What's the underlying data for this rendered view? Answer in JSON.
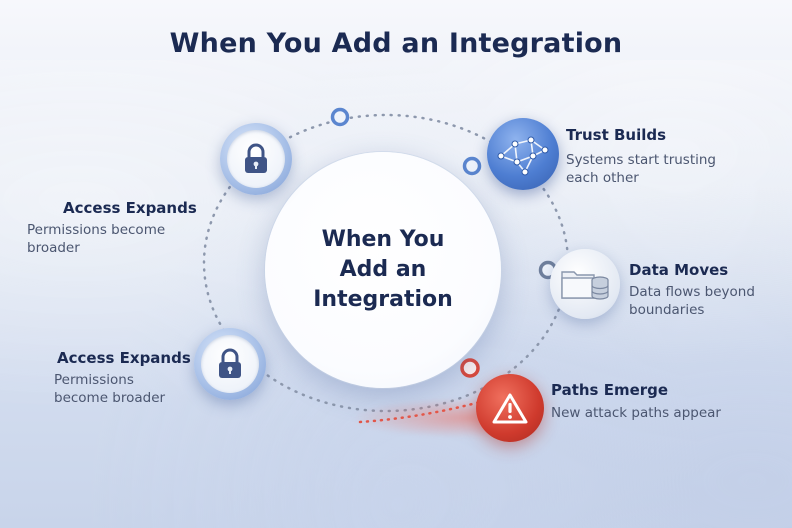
{
  "title": "When You Add an Integration",
  "center": {
    "line1": "When You",
    "line2": "Add an",
    "line3": "Integration"
  },
  "items": [
    {
      "key": "trust",
      "title": "Trust Builds",
      "desc_line1": "Systems start trusting",
      "desc_line2": "each other",
      "icon": "network-nodes-icon"
    },
    {
      "key": "data",
      "title": "Data Moves",
      "desc_line1": "Data flows beyond",
      "desc_line2": "boundaries",
      "icon": "folder-database-icon"
    },
    {
      "key": "paths",
      "title": "Paths Emerge",
      "desc_line1": "New attack paths appear",
      "desc_line2": "",
      "icon": "warning-icon"
    },
    {
      "key": "access1",
      "title": "Access Expands",
      "desc_line1": "Permissions become",
      "desc_line2": "broader",
      "icon": "lock-icon"
    },
    {
      "key": "access2",
      "title": "Access Expands",
      "desc_line1": "Permissions",
      "desc_line2": "become broader",
      "icon": "lock-icon"
    }
  ],
  "colors": {
    "heading": "#1b2a52",
    "ring": "#8d98ad",
    "accent_blue": "#4e7ed2",
    "alert_red": "#cf3a2d"
  }
}
